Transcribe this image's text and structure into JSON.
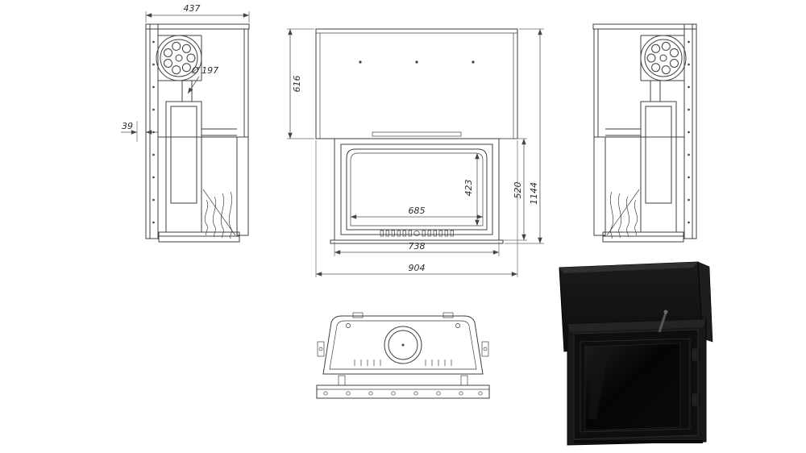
{
  "page": {
    "background_color": "#ffffff",
    "line_color": "#3f3f3f",
    "product_color": "#111111"
  },
  "drawing": {
    "type": "technical-dimension-drawing",
    "subject": "fireplace-insert",
    "views": [
      "side-view-left",
      "front-view",
      "side-view-right",
      "top-view",
      "product-photo"
    ]
  },
  "dims": {
    "depth_total": "437",
    "flue_diameter": "Ø 197",
    "rear_offset": "39",
    "hood_height": "616",
    "glass_height": "423",
    "firebox_height": "520",
    "total_height": "1144",
    "glass_width": "685",
    "door_width": "738",
    "total_width": "904"
  }
}
